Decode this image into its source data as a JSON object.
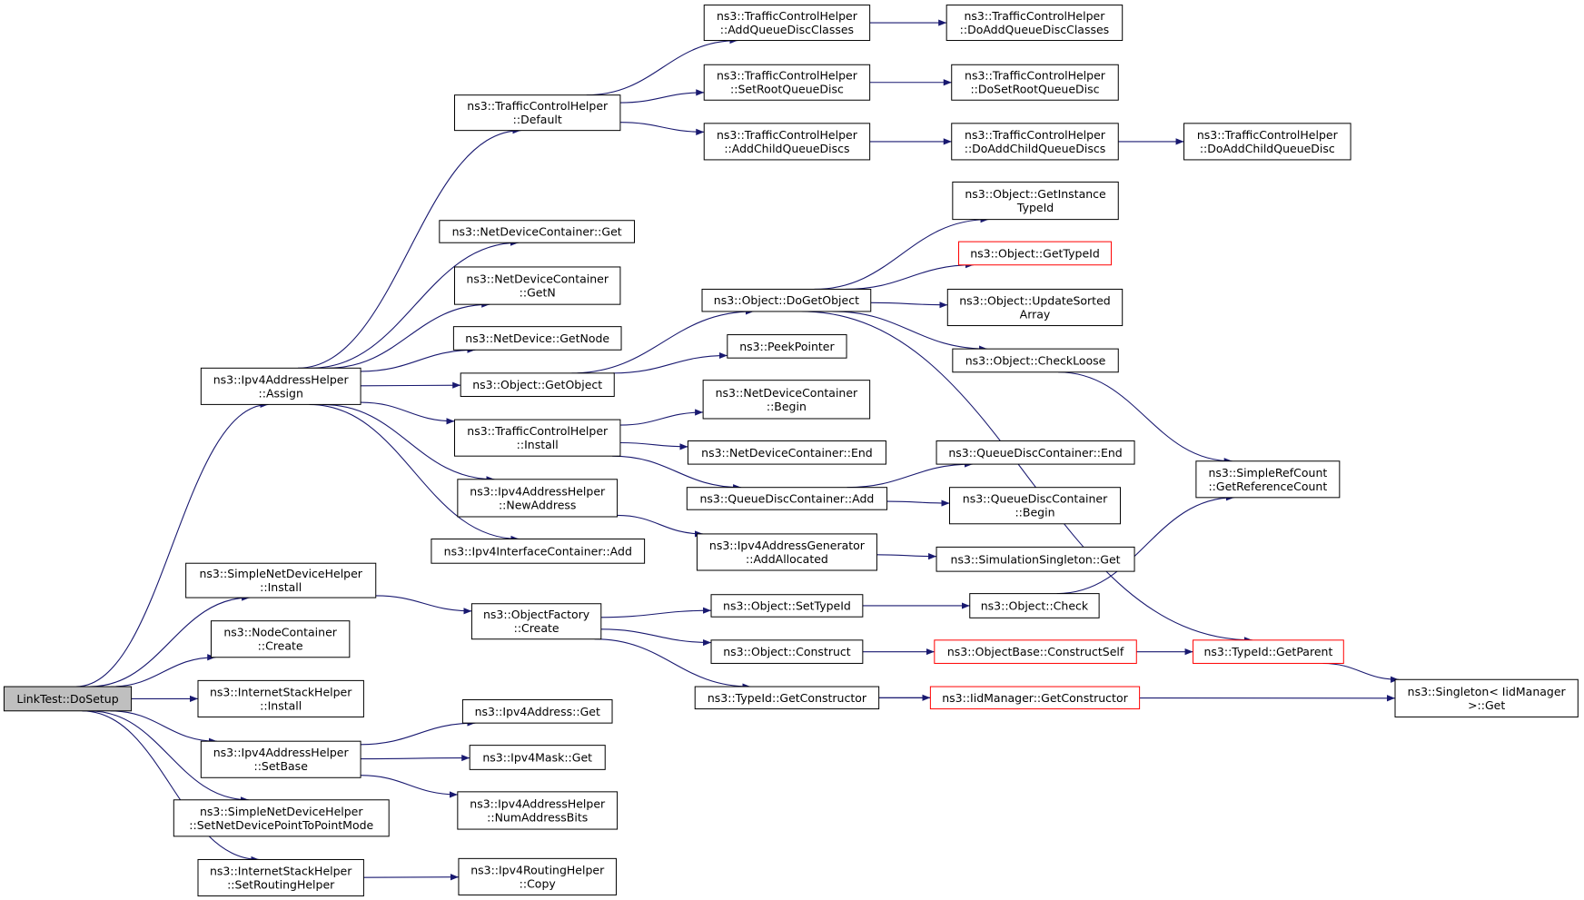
{
  "colors": {
    "edge": "#191970",
    "root_fill": "#bfbfbf",
    "red_border": "#ff0000"
  },
  "nodes": [
    {
      "id": "n0",
      "lines": [
        "LinkTest::DoSetup"
      ],
      "style": "root"
    },
    {
      "id": "n1",
      "lines": [
        "ns3::Ipv4AddressHelper",
        "::Assign"
      ]
    },
    {
      "id": "n2",
      "lines": [
        "ns3::SimpleNetDeviceHelper",
        "::Install"
      ]
    },
    {
      "id": "n3",
      "lines": [
        "ns3::NodeContainer",
        "::Create"
      ]
    },
    {
      "id": "n4",
      "lines": [
        "ns3::InternetStackHelper",
        "::Install"
      ]
    },
    {
      "id": "n5",
      "lines": [
        "ns3::Ipv4AddressHelper",
        "::SetBase"
      ]
    },
    {
      "id": "n6",
      "lines": [
        "ns3::SimpleNetDeviceHelper",
        "::SetNetDevicePointToPointMode"
      ]
    },
    {
      "id": "n7",
      "lines": [
        "ns3::InternetStackHelper",
        "::SetRoutingHelper"
      ]
    },
    {
      "id": "n8",
      "lines": [
        "ns3::TrafficControlHelper",
        "::Default"
      ]
    },
    {
      "id": "n9",
      "lines": [
        "ns3::NetDeviceContainer::Get"
      ]
    },
    {
      "id": "n10",
      "lines": [
        "ns3::NetDeviceContainer",
        "::GetN"
      ]
    },
    {
      "id": "n11",
      "lines": [
        "ns3::NetDevice::GetNode"
      ]
    },
    {
      "id": "n12",
      "lines": [
        "ns3::Object::GetObject"
      ]
    },
    {
      "id": "n13",
      "lines": [
        "ns3::TrafficControlHelper",
        "::Install"
      ]
    },
    {
      "id": "n14",
      "lines": [
        "ns3::Ipv4AddressHelper",
        "::NewAddress"
      ]
    },
    {
      "id": "n15",
      "lines": [
        "ns3::Ipv4InterfaceContainer::Add"
      ]
    },
    {
      "id": "n16",
      "lines": [
        "ns3::ObjectFactory",
        "::Create"
      ]
    },
    {
      "id": "n17",
      "lines": [
        "ns3::Ipv4Address::Get"
      ]
    },
    {
      "id": "n18",
      "lines": [
        "ns3::Ipv4Mask::Get"
      ]
    },
    {
      "id": "n19",
      "lines": [
        "ns3::Ipv4AddressHelper",
        "::NumAddressBits"
      ]
    },
    {
      "id": "n20",
      "lines": [
        "ns3::Ipv4RoutingHelper",
        "::Copy"
      ]
    },
    {
      "id": "n21",
      "lines": [
        "ns3::TrafficControlHelper",
        "::AddQueueDiscClasses"
      ]
    },
    {
      "id": "n22",
      "lines": [
        "ns3::TrafficControlHelper",
        "::SetRootQueueDisc"
      ]
    },
    {
      "id": "n23",
      "lines": [
        "ns3::TrafficControlHelper",
        "::AddChildQueueDiscs"
      ]
    },
    {
      "id": "n24",
      "lines": [
        "ns3::TrafficControlHelper",
        "::DoAddQueueDiscClasses"
      ]
    },
    {
      "id": "n25",
      "lines": [
        "ns3::TrafficControlHelper",
        "::DoSetRootQueueDisc"
      ]
    },
    {
      "id": "n26",
      "lines": [
        "ns3::TrafficControlHelper",
        "::DoAddChildQueueDiscs"
      ]
    },
    {
      "id": "n27",
      "lines": [
        "ns3::TrafficControlHelper",
        "::DoAddChildQueueDisc"
      ]
    },
    {
      "id": "n28",
      "lines": [
        "ns3::Object::DoGetObject"
      ]
    },
    {
      "id": "n29",
      "lines": [
        "ns3::PeekPointer"
      ]
    },
    {
      "id": "n30",
      "lines": [
        "ns3::Object::GetInstance",
        "TypeId"
      ]
    },
    {
      "id": "n31",
      "lines": [
        "ns3::Object::GetTypeId"
      ],
      "style": "red"
    },
    {
      "id": "n32",
      "lines": [
        "ns3::Object::UpdateSorted",
        "Array"
      ]
    },
    {
      "id": "n33",
      "lines": [
        "ns3::Object::CheckLoose"
      ]
    },
    {
      "id": "n34",
      "lines": [
        "ns3::NetDeviceContainer",
        "::Begin"
      ]
    },
    {
      "id": "n35",
      "lines": [
        "ns3::NetDeviceContainer::End"
      ]
    },
    {
      "id": "n36",
      "lines": [
        "ns3::QueueDiscContainer::Add"
      ]
    },
    {
      "id": "n37",
      "lines": [
        "ns3::QueueDiscContainer::End"
      ]
    },
    {
      "id": "n38",
      "lines": [
        "ns3::QueueDiscContainer",
        "::Begin"
      ]
    },
    {
      "id": "n39",
      "lines": [
        "ns3::Ipv4AddressGenerator",
        "::AddAllocated"
      ]
    },
    {
      "id": "n40",
      "lines": [
        "ns3::SimulationSingleton::Get"
      ]
    },
    {
      "id": "n41",
      "lines": [
        "ns3::SimpleRefCount",
        "::GetReferenceCount"
      ]
    },
    {
      "id": "n42",
      "lines": [
        "ns3::Object::SetTypeId"
      ]
    },
    {
      "id": "n43",
      "lines": [
        "ns3::Object::Check"
      ]
    },
    {
      "id": "n44",
      "lines": [
        "ns3::Object::Construct"
      ]
    },
    {
      "id": "n45",
      "lines": [
        "ns3::ObjectBase::ConstructSelf"
      ],
      "style": "red"
    },
    {
      "id": "n46",
      "lines": [
        "ns3::TypeId::GetParent"
      ],
      "style": "red"
    },
    {
      "id": "n47",
      "lines": [
        "ns3::Singleton< IidManager",
        ">::Get"
      ]
    },
    {
      "id": "n48",
      "lines": [
        "ns3::TypeId::GetConstructor"
      ]
    },
    {
      "id": "n49",
      "lines": [
        "ns3::IidManager::GetConstructor"
      ],
      "style": "red"
    }
  ],
  "edges": [
    [
      "n0",
      "n1"
    ],
    [
      "n0",
      "n2"
    ],
    [
      "n0",
      "n3"
    ],
    [
      "n0",
      "n4"
    ],
    [
      "n0",
      "n5"
    ],
    [
      "n0",
      "n6"
    ],
    [
      "n0",
      "n7"
    ],
    [
      "n1",
      "n8"
    ],
    [
      "n1",
      "n9"
    ],
    [
      "n1",
      "n10"
    ],
    [
      "n1",
      "n11"
    ],
    [
      "n1",
      "n12"
    ],
    [
      "n1",
      "n13"
    ],
    [
      "n1",
      "n14"
    ],
    [
      "n1",
      "n15"
    ],
    [
      "n2",
      "n16"
    ],
    [
      "n5",
      "n17"
    ],
    [
      "n5",
      "n18"
    ],
    [
      "n5",
      "n19"
    ],
    [
      "n7",
      "n20"
    ],
    [
      "n8",
      "n21"
    ],
    [
      "n8",
      "n22"
    ],
    [
      "n8",
      "n23"
    ],
    [
      "n21",
      "n24"
    ],
    [
      "n22",
      "n25"
    ],
    [
      "n23",
      "n26"
    ],
    [
      "n26",
      "n27"
    ],
    [
      "n12",
      "n28"
    ],
    [
      "n12",
      "n29"
    ],
    [
      "n28",
      "n30"
    ],
    [
      "n28",
      "n31"
    ],
    [
      "n28",
      "n32"
    ],
    [
      "n28",
      "n33"
    ],
    [
      "n28",
      "n46"
    ],
    [
      "n13",
      "n34"
    ],
    [
      "n13",
      "n35"
    ],
    [
      "n13",
      "n36"
    ],
    [
      "n36",
      "n37"
    ],
    [
      "n36",
      "n38"
    ],
    [
      "n14",
      "n39"
    ],
    [
      "n39",
      "n40"
    ],
    [
      "n33",
      "n41"
    ],
    [
      "n16",
      "n42"
    ],
    [
      "n16",
      "n44"
    ],
    [
      "n16",
      "n48"
    ],
    [
      "n42",
      "n43"
    ],
    [
      "n43",
      "n41"
    ],
    [
      "n44",
      "n45"
    ],
    [
      "n45",
      "n46"
    ],
    [
      "n46",
      "n47"
    ],
    [
      "n48",
      "n49"
    ],
    [
      "n48",
      "n47"
    ]
  ]
}
